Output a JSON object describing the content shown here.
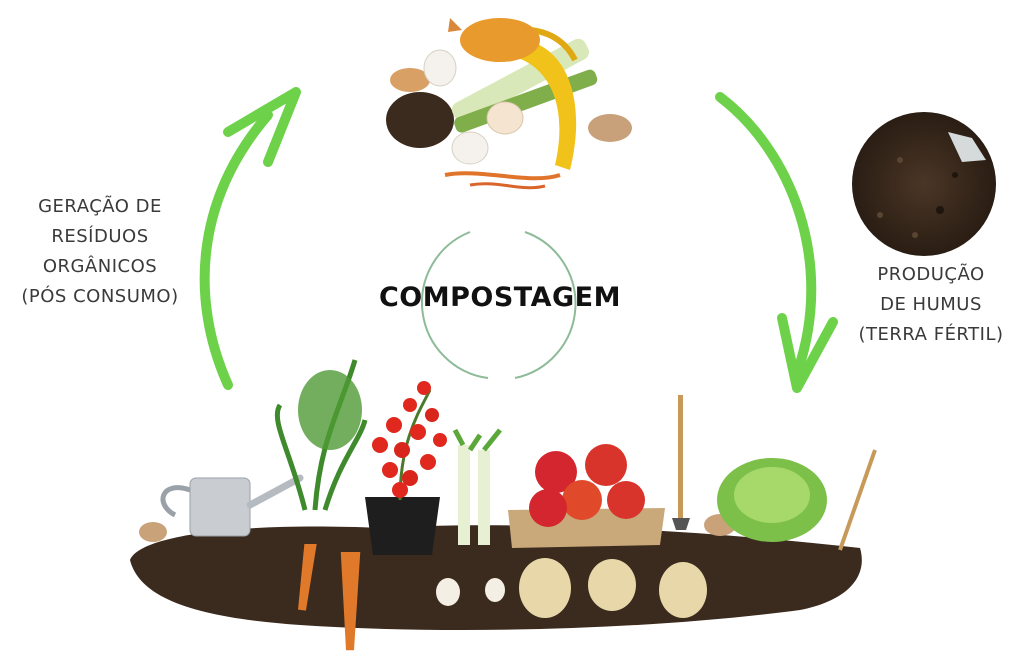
{
  "title": "COMPOSTAGEM",
  "left_label": [
    "GERAÇÃO DE",
    "RESÍDUOS",
    "ORGÂNICOS",
    "(PÓS CONSUMO)"
  ],
  "right_label": [
    "PRODUÇÃO",
    "DE HUMUS",
    "(TERRA FÉRTIL)"
  ],
  "colors": {
    "arrow": "#6dd24a",
    "center_ring": "#9fc9a7",
    "soil": "#3b2a1e",
    "text": "#3a3a3a"
  },
  "icons": [
    "food-scraps-illustration",
    "humus-soil-illustration",
    "vegetable-garden-illustration"
  ]
}
